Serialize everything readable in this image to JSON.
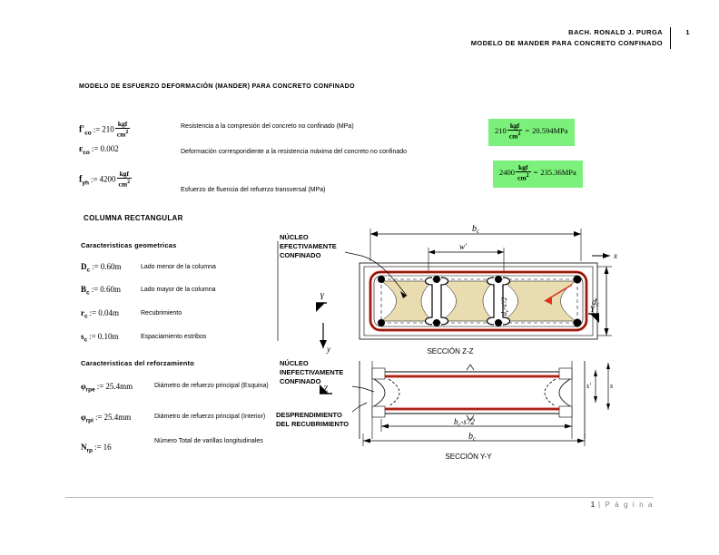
{
  "header": {
    "author_line": "BACH. RONALD J. PURGA",
    "subject_line": "MODELO DE MANDER PARA CONCRETO CONFINADO",
    "page_number": "1"
  },
  "document": {
    "title": "MODELO DE ESFUERZO DEFORMACIÓN (MANDER) PARA CONCRETO CONFINADO"
  },
  "material_params": [
    {
      "symbol": "f'",
      "subscript": "co",
      "assign": ":=",
      "value": "210",
      "unit_num": "kgf",
      "unit_den": "cm",
      "unit_exp": "2",
      "description": "Resistencia a la compresión del concreto no confinado (MPa)"
    },
    {
      "symbol": "ε",
      "subscript": "co",
      "assign": ":=",
      "value": "0.002",
      "unit_num": "",
      "unit_den": "",
      "unit_exp": "",
      "description": "Deformación correspondiente a la resistencia máxima del concreto no confinado"
    },
    {
      "symbol": "f",
      "subscript": "yh",
      "assign": ":=",
      "value": "4200",
      "unit_num": "kgf",
      "unit_den": "cm",
      "unit_exp": "2",
      "description": "Esfuerzo de fluencia del refuerzo transversal (MPa)"
    }
  ],
  "results": [
    {
      "value": "210",
      "unit_num": "kgf",
      "unit_den": "cm",
      "unit_exp": "2",
      "equals": "=",
      "result": "20.594MPa"
    },
    {
      "value": "2400",
      "unit_num": "kgf",
      "unit_den": "cm",
      "unit_exp": "2",
      "equals": "=",
      "result": "235.36MPa"
    }
  ],
  "column_section": {
    "heading": "COLUMNA RECTANGULAR",
    "geometry_heading": "Caracteristicas geometricas",
    "geometry_params": [
      {
        "symbol": "D",
        "subscript": "c",
        "assign": ":=",
        "value": "0.60m",
        "description": "Lado menor de la columna"
      },
      {
        "symbol": "B",
        "subscript": "c",
        "assign": ":=",
        "value": "0.60m",
        "description": "Lado mayor de la columna"
      },
      {
        "symbol": "r",
        "subscript": "c",
        "assign": ":=",
        "value": "0.04m",
        "description": "Recubrimiento"
      },
      {
        "symbol": "s",
        "subscript": "c",
        "assign": ":=",
        "value": "0.10m",
        "description": "Espaciamiento estribos"
      }
    ],
    "reinforcement_heading": "Caracteristicas del reforzamiento",
    "reinforcement_params": [
      {
        "symbol": "φ",
        "subscript": "rpe",
        "assign": ":=",
        "value": "25.4mm",
        "description": "Diámetro de refuerzo principal (Esquina)"
      },
      {
        "symbol": "φ",
        "subscript": "rpi",
        "assign": ":=",
        "value": "25.4mm",
        "description": "Diámetro de refuerzo principal (Interior)"
      },
      {
        "symbol": "N",
        "subscript": "rp",
        "assign": ":=",
        "value": "16",
        "description": "Número Total de varillas longitudinales"
      }
    ]
  },
  "diagram": {
    "label_core_effective": [
      "NÚCLEO",
      "EFECTIVAMENTE",
      "CONFINADO"
    ],
    "label_core_ineffective": [
      "NÚCLEO",
      "INEFECTIVAMENTE",
      "CONFINADO"
    ],
    "label_spalling": [
      "DESPRENDIMIENTO",
      "DEL RECUBRIMIENTO"
    ],
    "caption_top": "SECCIÓN Z-Z",
    "caption_bottom": "SECCIÓN Y-Y",
    "dim_bc": "b",
    "dim_bc_sub": "c",
    "dim_w": "w'",
    "dim_dc": "d",
    "dim_dc_sub": "c",
    "dim_dc_minus": "d",
    "dim_dc_minus_expr": "-s'/2",
    "dim_bc_minus": "b",
    "dim_bc_minus_expr": "-s'/2",
    "axis_x": "x",
    "axis_y_upper_left": "Y",
    "axis_y_upper_right": "Y",
    "axis_y_down": "y",
    "axis_z": "Z",
    "dim_s_prime": "s'",
    "dim_s": "s",
    "colors": {
      "core_fill": "#e8dcb0",
      "rebar_red": "#e03020",
      "outline": "#000000"
    }
  },
  "footer": {
    "page": "1",
    "label": "P á g i n a"
  }
}
